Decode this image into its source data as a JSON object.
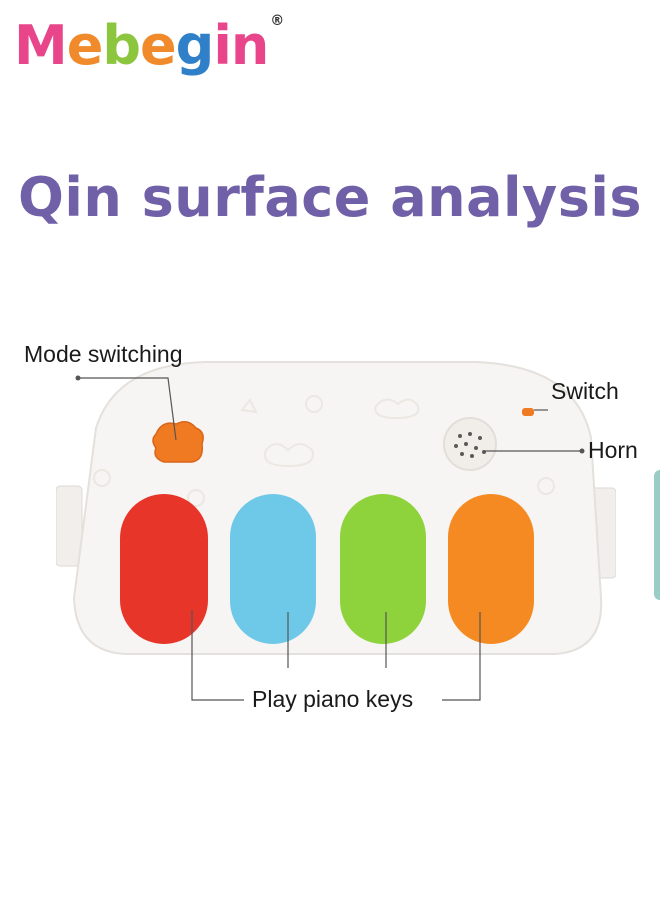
{
  "brand": {
    "letters": [
      {
        "ch": "M",
        "color": "#e8458b"
      },
      {
        "ch": "e",
        "color": "#f08a2a"
      },
      {
        "ch": "b",
        "color": "#8cc63f"
      },
      {
        "ch": "e",
        "color": "#f08a2a"
      },
      {
        "ch": "g",
        "color": "#2f80c8"
      },
      {
        "ch": "i",
        "color": "#e8458b"
      },
      {
        "ch": "n",
        "color": "#e8458b"
      }
    ],
    "registered_mark": "®"
  },
  "title": "Qin surface analysis",
  "labels": {
    "mode_switching": "Mode switching",
    "switch": "Switch",
    "horn": "Horn",
    "piano_keys": "Play piano keys"
  },
  "keys": [
    {
      "name": "red",
      "color": "#e8352a"
    },
    {
      "name": "blue",
      "color": "#6ec8e8"
    },
    {
      "name": "green",
      "color": "#8ed23c"
    },
    {
      "name": "orange",
      "color": "#f58a22"
    }
  ],
  "colors": {
    "title": "#7060a8",
    "body": "#f7f5f3",
    "mode_button": "#f07a22",
    "switch_nub": "#f07a22"
  }
}
